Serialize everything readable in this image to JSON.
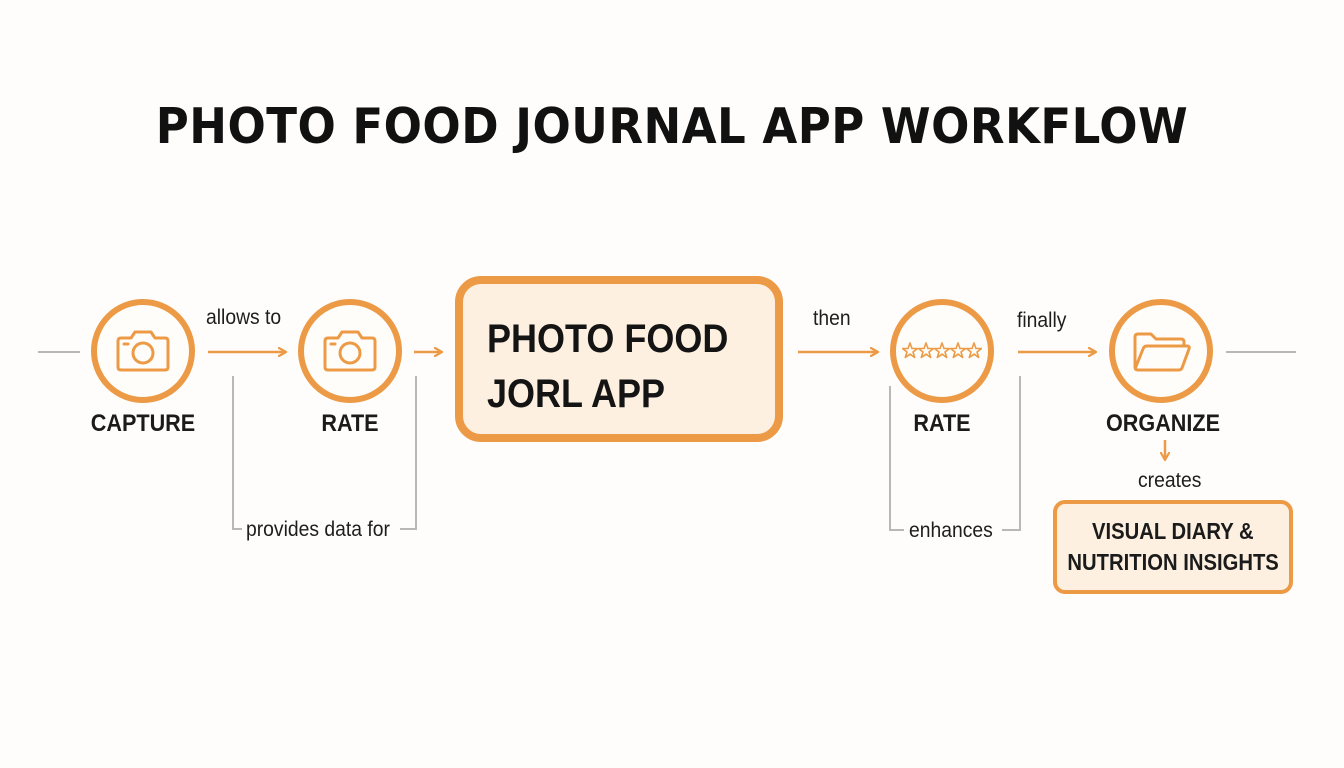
{
  "title": "PHOTO FOOD JOURNAL APP WORKFLOW",
  "colors": {
    "accent": "#ec9a45",
    "box_fill": "#fdf0e0",
    "connector_gray": "#b8b8b8",
    "text": "#1b1b1b"
  },
  "nodes": {
    "capture": {
      "label": "CAPTURE",
      "icon": "camera-icon"
    },
    "rate_1": {
      "label": "RATE",
      "icon": "camera-icon"
    },
    "center": {
      "line1": "PHOTO FOOD",
      "line2": "JORL APP"
    },
    "rate_2": {
      "label": "RATE",
      "icon": "five-stars-icon"
    },
    "organize": {
      "label": "ORGANIZE",
      "icon": "folder-icon"
    },
    "insights": {
      "line1": "VISUAL DIARY &",
      "line2": "NUTRITION INSIGHTS"
    }
  },
  "edges": {
    "allows_to": "allows to",
    "provides_data_for": "provides data for",
    "then": "then",
    "finally": "finally",
    "enhances": "enhances",
    "creates": "creates"
  }
}
